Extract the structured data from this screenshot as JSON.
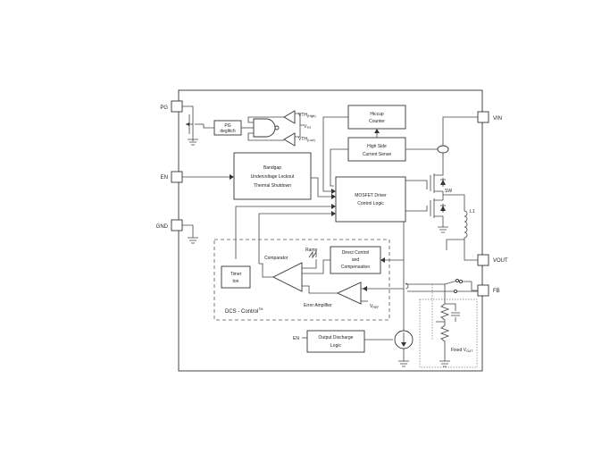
{
  "pins": {
    "pg": "PG",
    "en": "EN",
    "gnd": "GND",
    "vin": "VIN",
    "vout": "VOUT",
    "fb": "FB"
  },
  "blocks": {
    "pg_deglitch": [
      "PG",
      "deglitch"
    ],
    "hiccup": [
      "Hiccup",
      "Counter"
    ],
    "high_side": [
      "High Side",
      "Current Sense"
    ],
    "bandgap": [
      "Bandgap",
      "Undervoltage Lockout",
      "Thermal Shutdown"
    ],
    "mosfet": [
      "MOSFET Driver",
      "Control Logic"
    ],
    "direct_control": [
      "Direct Control",
      "and",
      "Compensation"
    ],
    "timer": [
      "Timer",
      "ton"
    ],
    "discharge": [
      "Output Discharge",
      "Logic"
    ]
  },
  "labels": {
    "vth_high": "VTH(High)",
    "vth_high_main": "VTH",
    "vth_high_sub": "(High)",
    "vth_main": "V",
    "vth_sub": "TH",
    "vth_low_main": "VTH",
    "vth_low_sub": "(Low)",
    "sw": "SW",
    "l1": "L1",
    "ramp": "Ramp",
    "comparator": "Comparator",
    "error_amplifier": "Error Amplifier",
    "vref_main": "V",
    "vref_sub": "REF",
    "dcs_control": "DCS - Control",
    "tm": "TM",
    "en_internal": "EN",
    "fixed_vout": "Fixed V",
    "fixed_vout_sub": "OUT"
  },
  "colors": {
    "line": "#444444",
    "box": "#333333",
    "dashed": "#555555"
  }
}
